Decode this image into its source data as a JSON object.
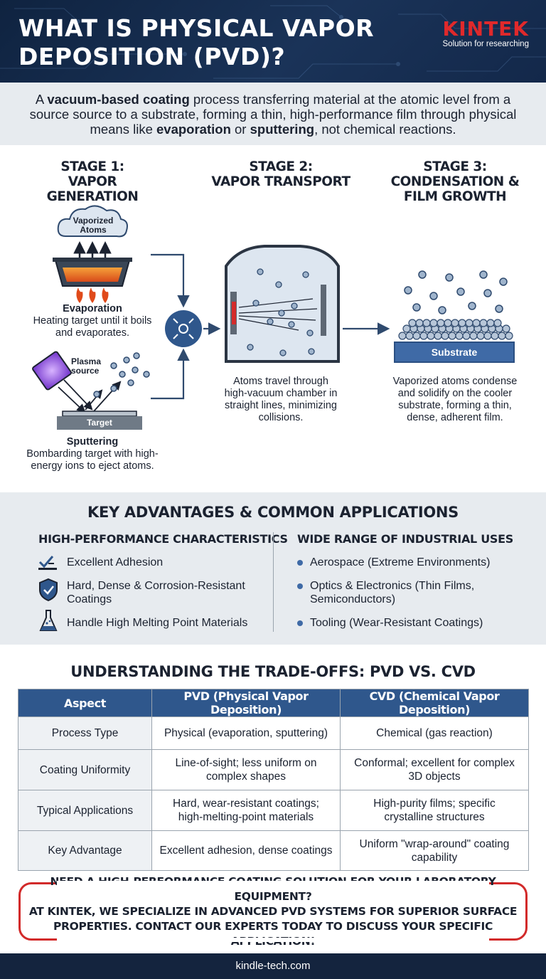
{
  "header": {
    "title": "WHAT IS PHYSICAL VAPOR DEPOSITION (PVD)?",
    "brand": "KINTEK",
    "tagline": "Solution for researching"
  },
  "intro": {
    "t1": "A ",
    "b1": "vacuum-based coating",
    "t2": " process transferring material at the atomic level from a source source to a substrate, forming a thin, high-performance film through physical means like ",
    "b2": "evaporation",
    "t3": " or ",
    "b3": "sputtering",
    "t4": ", not chemical reactions."
  },
  "stages": {
    "s1_title_1": "STAGE 1:",
    "s1_title_2": "VAPOR GENERATION",
    "s2_title_1": "STAGE 2:",
    "s2_title_2": "VAPOR TRANSPORT",
    "s3_title_1": "STAGE 3:",
    "s3_title_2": "CONDENSATION &",
    "s3_title_3": "FILM GROWTH",
    "cloud_1": "Vaporized",
    "cloud_2": "Atoms",
    "evap_title": "Evaporation",
    "evap_desc_1": "Heating target until it boils",
    "evap_desc_2": "and evaporates.",
    "plasma_1": "Plasma",
    "plasma_2": "source",
    "target": "Target",
    "sputter_title": "Sputtering",
    "sputter_desc_1": "Bombarding target with high-",
    "sputter_desc_2": "energy ions to eject atoms.",
    "transport_desc_1": "Atoms travel through",
    "transport_desc_2": "high-vacuum chamber in",
    "transport_desc_3": "straight lines, minimizing",
    "transport_desc_4": "collisions.",
    "substrate": "Substrate",
    "condense_desc_1": "Vaporized atoms condense",
    "condense_desc_2": "and solidify on the cooler",
    "condense_desc_3": "substrate, forming a thin,",
    "condense_desc_4": "dense, adherent film."
  },
  "advantages": {
    "title": "KEY ADVANTAGES & COMMON APPLICATIONS",
    "left_heading": "HIGH-PERFORMANCE CHARACTERISTICS",
    "left_items": [
      {
        "icon": "adhesion-icon",
        "l1": "Excellent Adhesion",
        "l2": ""
      },
      {
        "icon": "shield-check-icon",
        "l1": "Hard, Dense & Corrosion-Resistant",
        "l2": "Coatings"
      },
      {
        "icon": "flask-icon",
        "l1": "Handle High Melting Point Materials",
        "l2": ""
      }
    ],
    "right_heading": "WIDE RANGE OF INDUSTRIAL USES",
    "right_items": [
      {
        "l1": "Aerospace (Extreme Environments)",
        "l2": ""
      },
      {
        "l1": "Optics & Electronics (Thin Films,",
        "l2": "Semiconductors)"
      },
      {
        "l1": "Tooling (Wear-Resistant Coatings)",
        "l2": ""
      }
    ]
  },
  "tradeoffs": {
    "title": "UNDERSTANDING THE TRADE-OFFS: PVD VS. CVD",
    "headers": [
      "Aspect",
      "PVD (Physical Vapor Deposition)",
      "CVD (Chemical Vapor Deposition)"
    ],
    "rows": [
      {
        "aspect": "Process Type",
        "pvd_1": "Physical (evaporation, sputtering)",
        "pvd_2": "",
        "cvd_1": "Chemical (gas reaction)",
        "cvd_2": ""
      },
      {
        "aspect": "Coating Uniformity",
        "pvd_1": "Line-of-sight; less uniform on",
        "pvd_2": "complex shapes",
        "cvd_1": "Conformal; excellent for complex",
        "cvd_2": "3D objects"
      },
      {
        "aspect": "Typical Applications",
        "pvd_1": "Hard, wear-resistant coatings;",
        "pvd_2": "high-melting-point materials",
        "cvd_1": "High-purity films; specific",
        "cvd_2": "crystalline structures"
      },
      {
        "aspect": "Key Advantage",
        "pvd_1": "Excellent adhesion, dense coatings",
        "pvd_2": "",
        "cvd_1": "Uniform \"wrap-around\" coating",
        "cvd_2": "capability"
      }
    ]
  },
  "cta": {
    "l1": "NEED A HIGH-PERFORMANCE COATING SOLUTION FOR YOUR LABORATORY EQUIPMENT?",
    "l2": "AT KINTEK, WE SPECIALIZE IN ADVANCED PVD SYSTEMS FOR SUPERIOR SURFACE",
    "l3": "PROPERTIES. CONTACT OUR EXPERTS TODAY TO DISCUSS YOUR SPECIFIC APPLICATION!"
  },
  "footer": {
    "url": "kindle-tech.com"
  },
  "colors": {
    "navy": "#14243e",
    "accent_red": "#e0292b",
    "blue": "#2f578c",
    "panel_gray": "#e7ebef"
  }
}
